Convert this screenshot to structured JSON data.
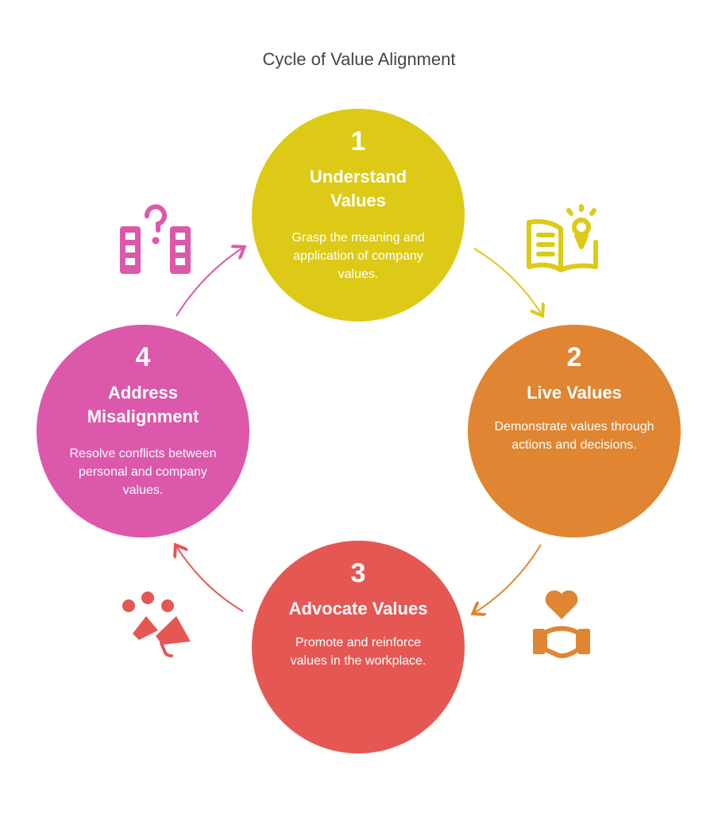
{
  "title": "Cycle of Value Alignment",
  "steps": [
    {
      "number": "1",
      "heading": "Understand Values",
      "description": "Grasp the meaning and application of company values.",
      "color": "#DDCA17",
      "icon": "book-lightbulb-icon"
    },
    {
      "number": "2",
      "heading": "Live Values",
      "description": "Demonstrate values through actions and decisions.",
      "color": "#E08531",
      "icon": "heart-handshake-icon"
    },
    {
      "number": "3",
      "heading": "Advocate Values",
      "description": "Promote and reinforce values in the workplace.",
      "color": "#E55753",
      "icon": "megaphone-people-icon"
    },
    {
      "number": "4",
      "heading": "Address Misalignment",
      "description": "Resolve conflicts between personal and company values.",
      "color": "#DC58AA",
      "icon": "buildings-question-icon"
    }
  ]
}
